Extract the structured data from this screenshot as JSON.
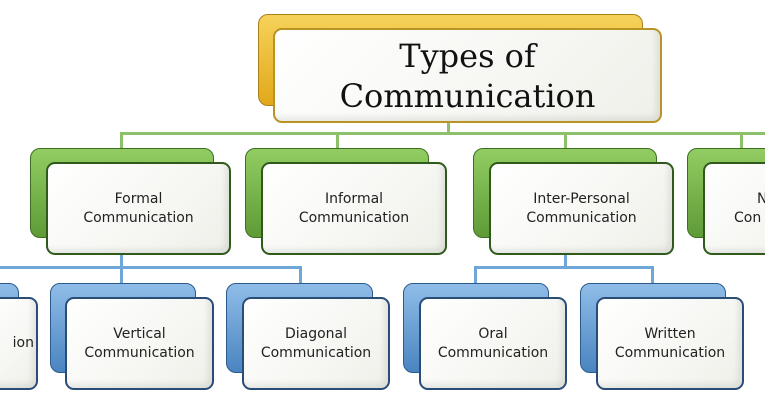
{
  "root": {
    "lines": [
      "Types of",
      "Communication"
    ]
  },
  "level1": [
    {
      "lines": [
        "Formal",
        "Communication"
      ]
    },
    {
      "lines": [
        "Informal",
        "Communication"
      ]
    },
    {
      "lines": [
        "Inter-Personal",
        "Communication"
      ]
    },
    {
      "lines": [
        "N",
        "Con"
      ]
    }
  ],
  "level2": [
    {
      "lines": [
        "",
        "ion"
      ]
    },
    {
      "lines": [
        "Vertical",
        "Communication"
      ]
    },
    {
      "lines": [
        "Diagonal",
        "Communication"
      ]
    },
    {
      "lines": [
        "Oral",
        "Communication"
      ]
    },
    {
      "lines": [
        "Written",
        "Communication"
      ]
    }
  ],
  "colors": {
    "root": "#e9b52a",
    "level1": "#76b043",
    "level2": "#5b95cf",
    "connector_green": "#8cc06a",
    "connector_blue": "#6fa6d8"
  }
}
